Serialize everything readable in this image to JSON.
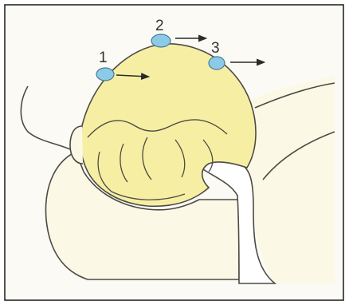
{
  "colors": {
    "background": "#fbfaf4",
    "frame": "#1a1a1a",
    "outline": "#4d4a45",
    "head_fill": "#f6efa3",
    "face_fill": "#fbf9e6",
    "marker_fill": "#8ccbe8",
    "marker_stroke": "#4a7a96",
    "arrow": "#2a2a2a"
  },
  "markers": [
    {
      "label": "1"
    },
    {
      "label": "2"
    },
    {
      "label": "3"
    }
  ]
}
